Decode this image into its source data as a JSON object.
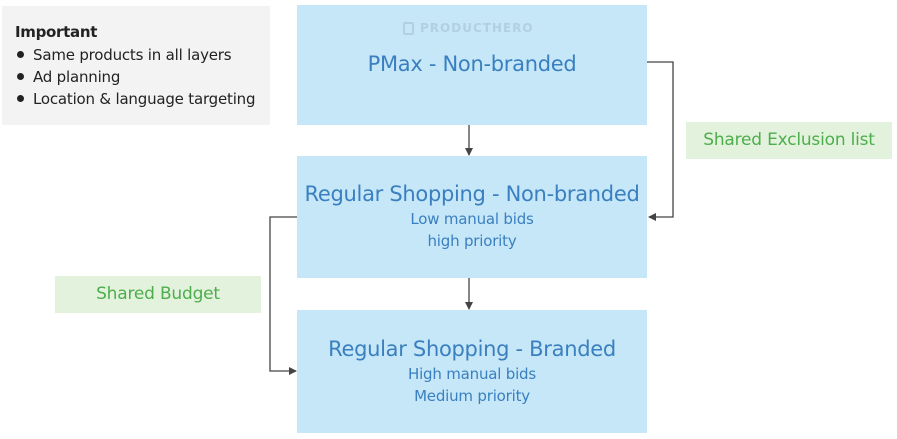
{
  "note": {
    "title": "Important",
    "items": [
      "Same products in all layers",
      "Ad planning",
      "Location & language targeting"
    ]
  },
  "watermark": {
    "brand": "PRODUCTHERO"
  },
  "boxes": {
    "pmax": {
      "title": "PMax - Non-branded"
    },
    "nonbranded": {
      "title": "Regular Shopping - Non-branded",
      "line1": "Low manual bids",
      "line2": "high priority"
    },
    "branded": {
      "title": "Regular Shopping - Branded",
      "line1": "High manual bids",
      "line2": "Medium priority"
    }
  },
  "tags": {
    "exclusion": "Shared Exclusion list",
    "budget": "Shared Budget"
  },
  "colors": {
    "box_fill": "#c5e7f8",
    "box_text": "#3a7fbf",
    "tag_fill": "#e3f2dc",
    "tag_text": "#4cae4c",
    "connector": "#444444"
  }
}
